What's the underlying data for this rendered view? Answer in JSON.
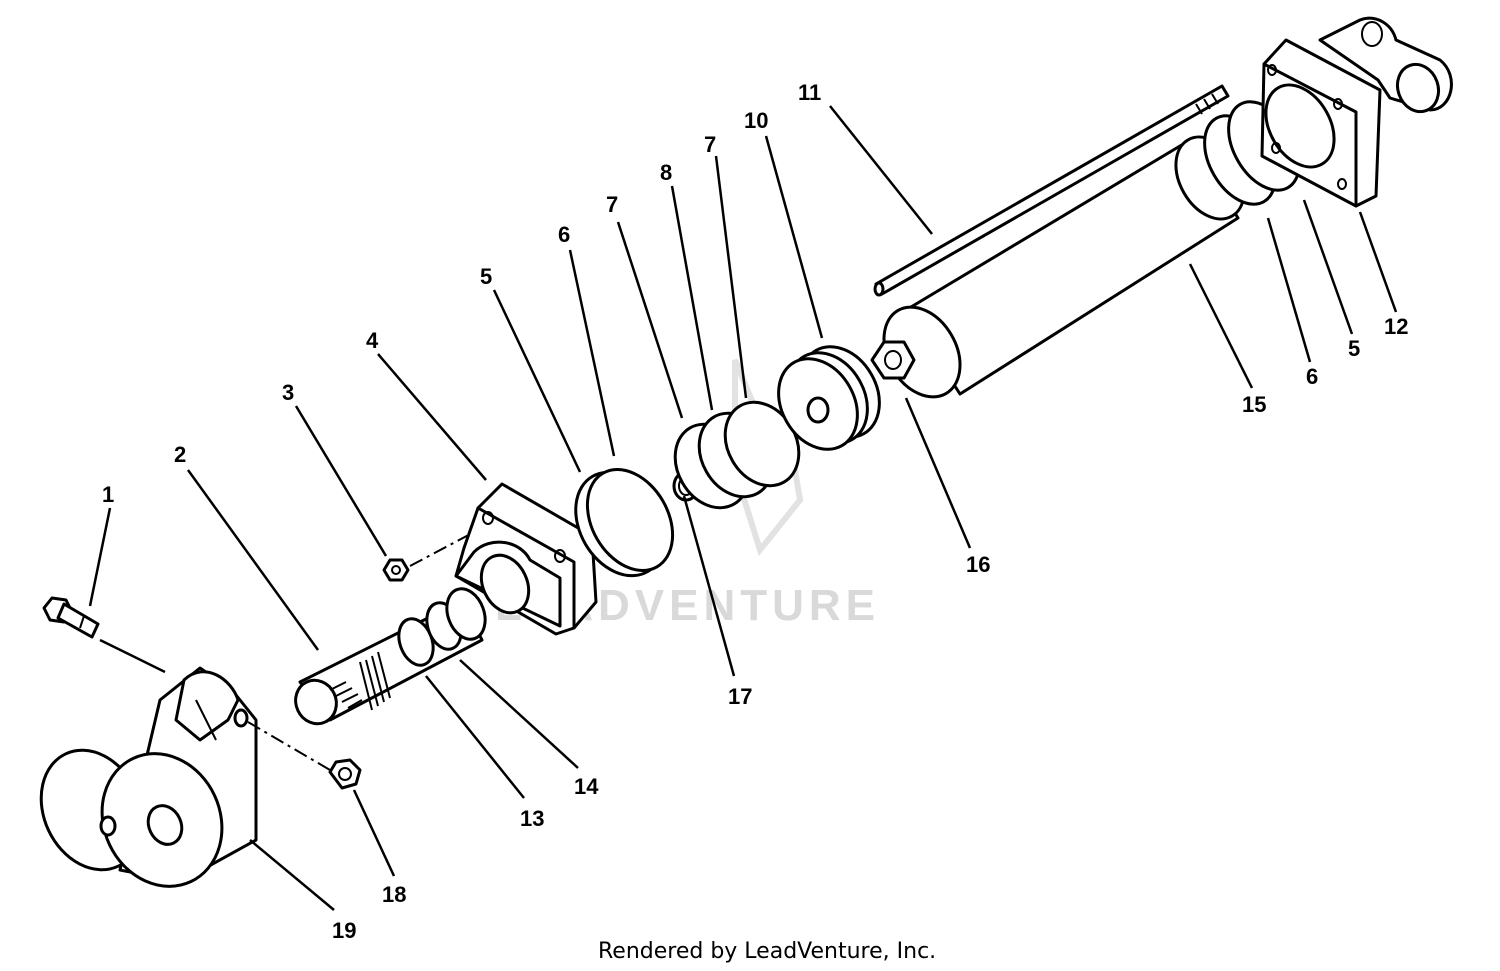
{
  "watermark": "LEADVENTURE",
  "credit": "Rendered by LeadVenture, Inc.",
  "callouts": [
    {
      "id": "c1",
      "label": "1"
    },
    {
      "id": "c2",
      "label": "2"
    },
    {
      "id": "c3",
      "label": "3"
    },
    {
      "id": "c4",
      "label": "4"
    },
    {
      "id": "c5a",
      "label": "5"
    },
    {
      "id": "c6a",
      "label": "6"
    },
    {
      "id": "c7a",
      "label": "7"
    },
    {
      "id": "c8",
      "label": "8"
    },
    {
      "id": "c7b",
      "label": "7"
    },
    {
      "id": "c10",
      "label": "10"
    },
    {
      "id": "c11",
      "label": "11"
    },
    {
      "id": "c12",
      "label": "12"
    },
    {
      "id": "c5b",
      "label": "5"
    },
    {
      "id": "c6b",
      "label": "6"
    },
    {
      "id": "c15",
      "label": "15"
    },
    {
      "id": "c16",
      "label": "16"
    },
    {
      "id": "c17",
      "label": "17"
    },
    {
      "id": "c14",
      "label": "14"
    },
    {
      "id": "c13",
      "label": "13"
    },
    {
      "id": "c18",
      "label": "18"
    },
    {
      "id": "c19",
      "label": "19"
    }
  ]
}
